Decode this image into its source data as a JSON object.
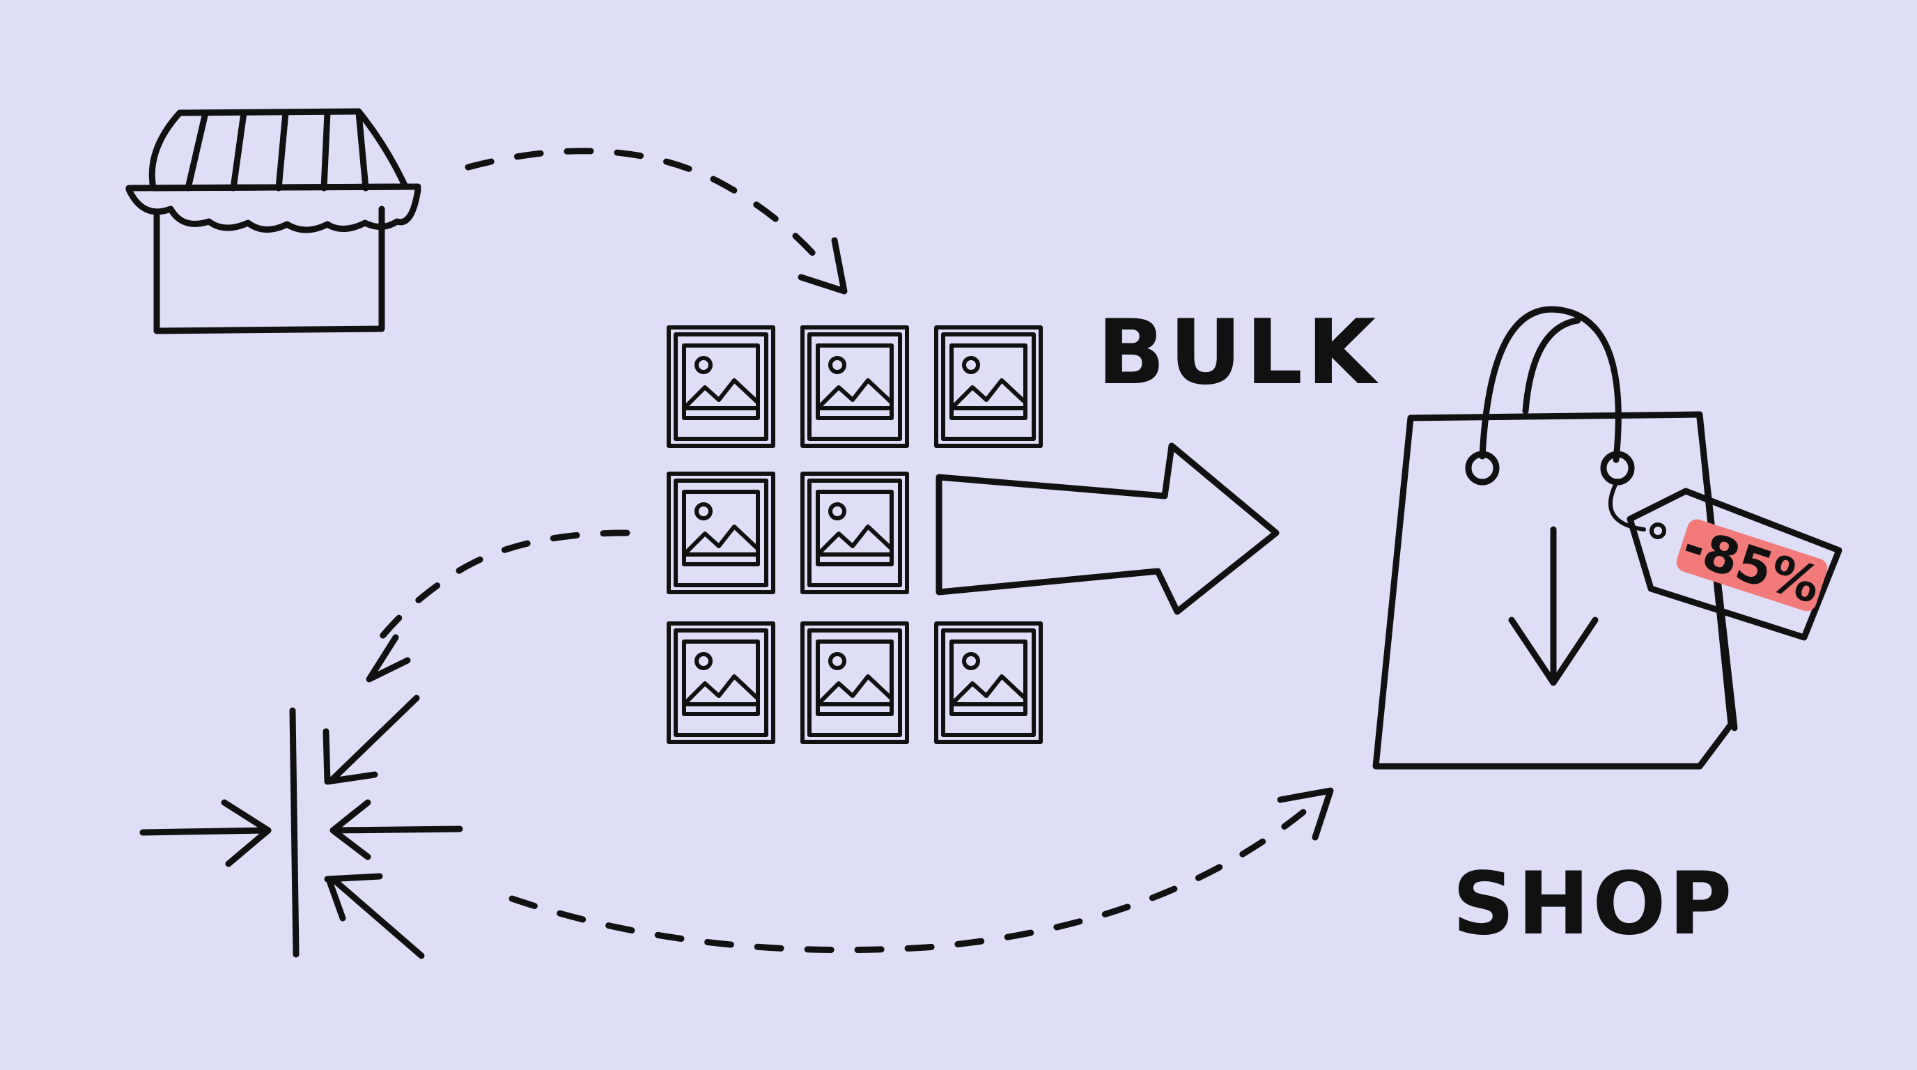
{
  "labels": {
    "bulk": "BULK",
    "shop": "SHOP",
    "discount": "-85%"
  },
  "icons": {
    "storefront": "storefront-icon",
    "image_grid": "image-thumbnail-icon",
    "compress": "compress-arrows-icon",
    "shopping_bag": "shopping-bag-icon",
    "price_tag": "price-tag-icon"
  },
  "colors": {
    "background": "#dedff7",
    "ink": "#111111",
    "discount_highlight": "#f27a7a"
  }
}
